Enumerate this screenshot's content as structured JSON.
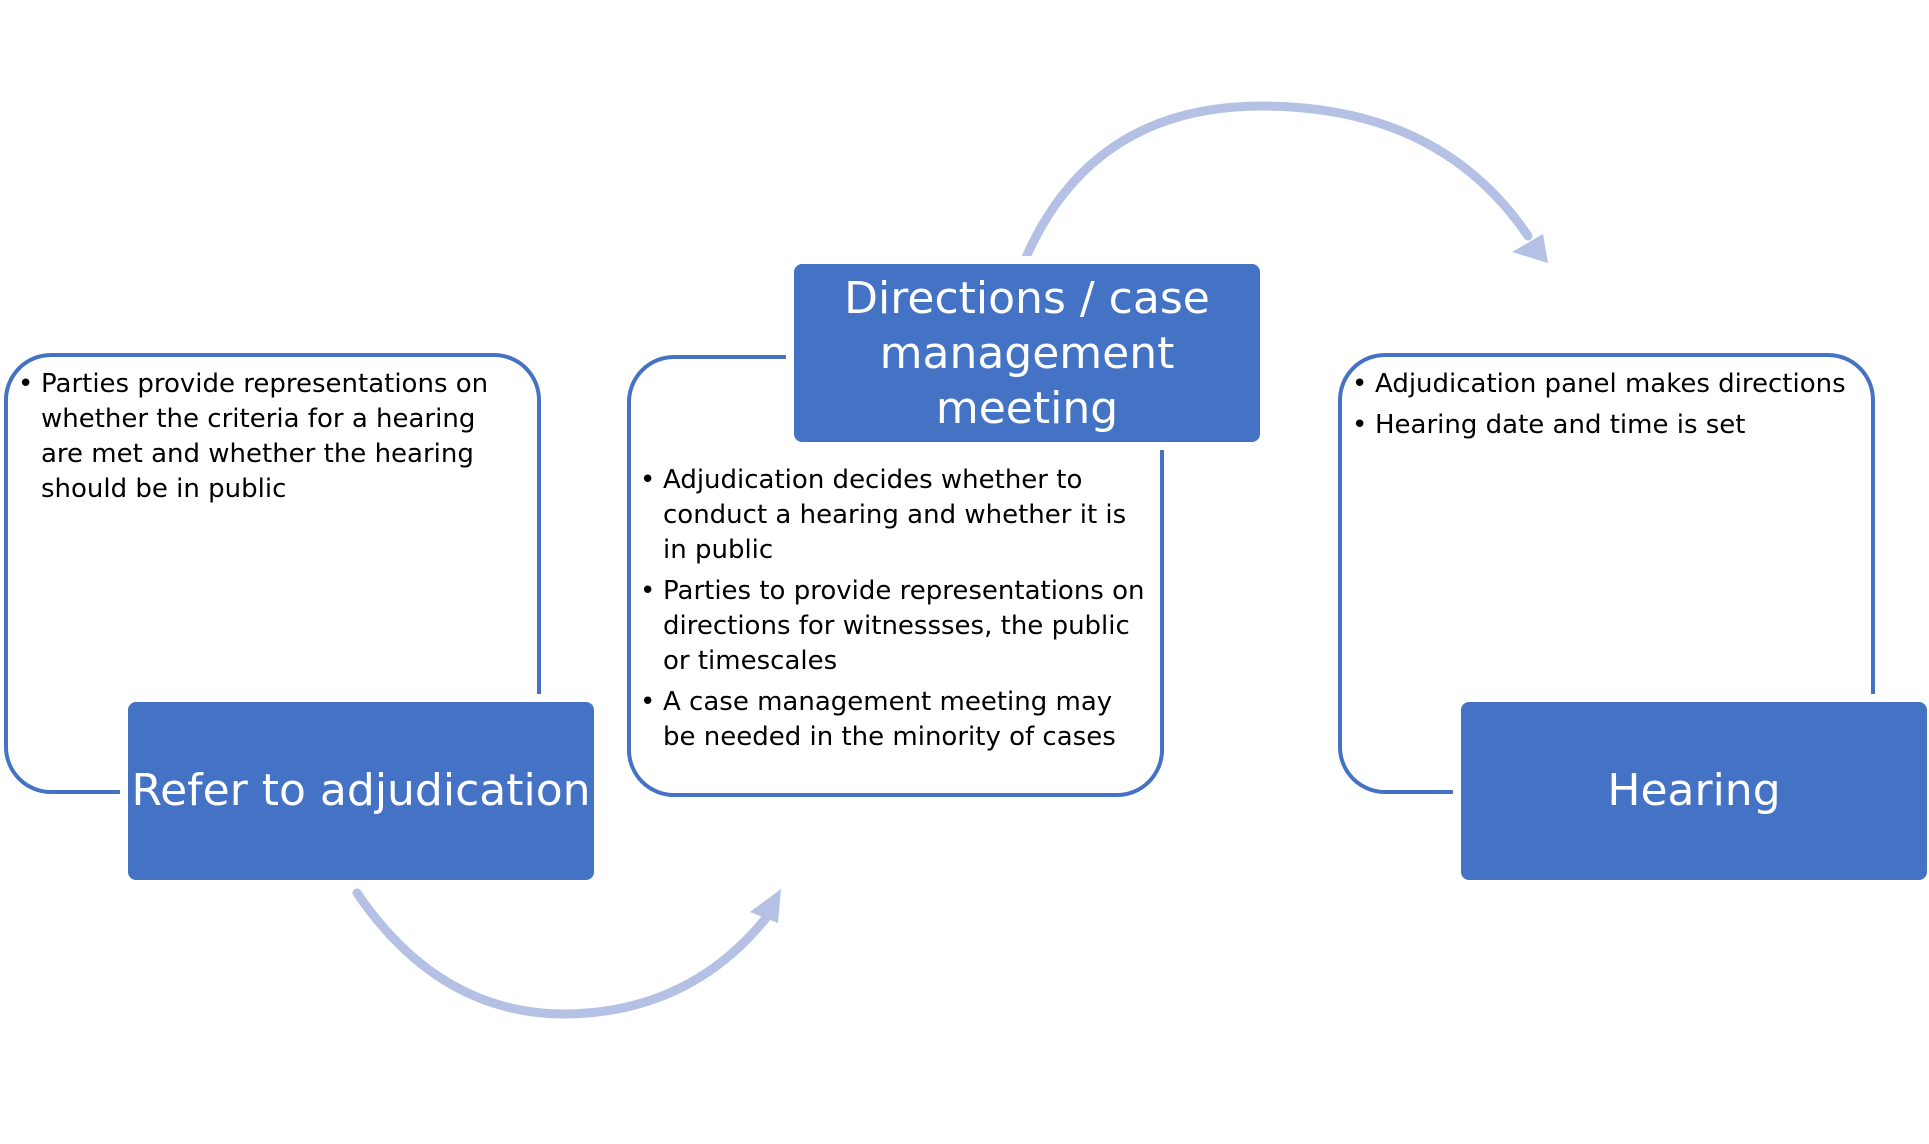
{
  "colors": {
    "title_fill": "#4472C4",
    "outline": "#4472C4",
    "arrow": "#B4C0E4",
    "title_text": "#FFFFFF",
    "body_text": "#000000"
  },
  "stages": [
    {
      "title": "Refer to adjudication",
      "bullets": [
        "Parties provide representations on whether the criteria for a  hearing are met and whether the hearing should be in public"
      ]
    },
    {
      "title": "Directions / case management meeting",
      "bullets": [
        "Adjudication decides whether to conduct a hearing and whether it is in public",
        "Parties to provide representations on directions for witnessses, the public or timescales",
        "A case management meeting may be needed in the minority of cases"
      ]
    },
    {
      "title": "Hearing",
      "bullets": [
        "Adjudication panel makes directions",
        "Hearing date and time is set"
      ]
    }
  ],
  "arrows": [
    {
      "from": "Refer to adjudication",
      "to": "Directions / case management meeting"
    },
    {
      "from": "Directions / case management meeting",
      "to": "Hearing"
    }
  ]
}
